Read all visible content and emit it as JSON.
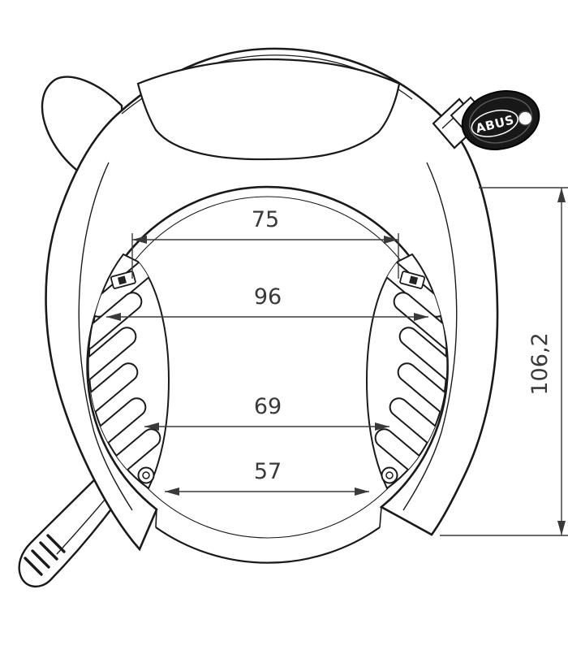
{
  "diagram": {
    "type": "technical-drawing",
    "subject": "frame lock dimensional drawing",
    "brand": "ABUS",
    "dimensions": {
      "d75": "75",
      "d96": "96",
      "d69": "69",
      "d57": "57",
      "height": "106,2"
    },
    "colors": {
      "line": "#1a1a1a",
      "dim": "#3a3a3a",
      "key_fill": "#181818",
      "background": "#ffffff"
    }
  }
}
